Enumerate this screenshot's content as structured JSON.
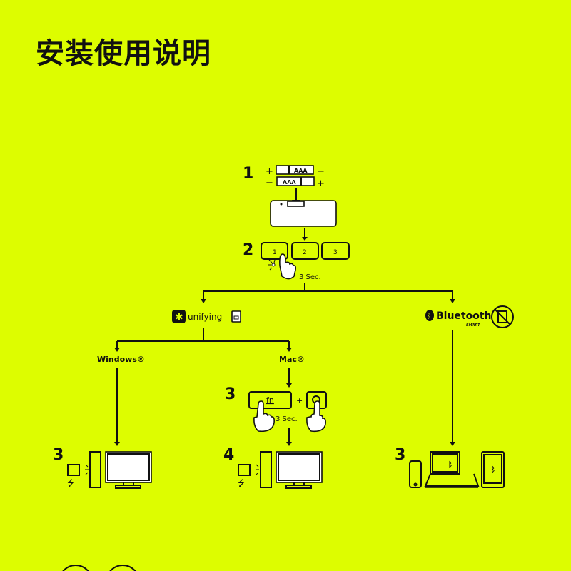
{
  "title": "安装使用说明",
  "steps": {
    "s1": "1",
    "s2": "2",
    "s3_win": "3",
    "s3_mac": "3",
    "s4_mac": "4",
    "s3_bt": "3"
  },
  "battery_label": "AAA",
  "plus": "+",
  "minus": "−",
  "channel_keys": [
    "1",
    "2",
    "3"
  ],
  "hold_time": "3 Sec.",
  "unifying_label": "unifying",
  "bluetooth_label": "Bluetooth",
  "bluetooth_sub": "SMART",
  "windows_label": "Windows®",
  "mac_label": "Mac®",
  "fn_key": "fn",
  "colors": {
    "background": "#ddfd00",
    "ink": "#111111"
  }
}
